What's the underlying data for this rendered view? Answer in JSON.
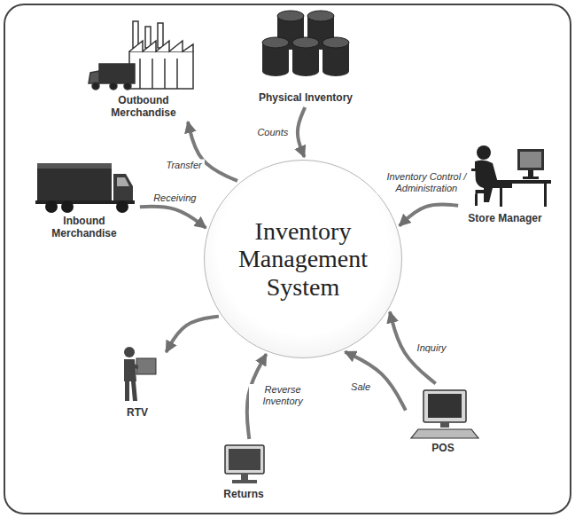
{
  "diagram": {
    "nodes": [
      {
        "text": [
          "Physical Inventory"
        ]
      },
      {
        "text": [
          "Outbound Merchandise"
        ]
      },
      {
        "text": [
          "Store Manager"
        ]
      },
      {
        "text": [
          "Inbound Merchandise"
        ]
      },
      {
        "text": [
          "Inventory Management System"
        ]
      },
      {
        "text": [
          "RTV"
        ]
      },
      {
        "text": [
          "POS"
        ]
      },
      {
        "text": [
          "Returns"
        ]
      }
    ],
    "edges": [
      {
        "from": 0,
        "to": 4,
        "label": "Counts",
        "arrow": "to"
      },
      {
        "from": 4,
        "to": 1,
        "label": "Transfer",
        "arrow": "to"
      },
      {
        "from": 2,
        "to": 4,
        "label": "Inventory Control / Administration",
        "arrow": "to"
      },
      {
        "from": 3,
        "to": 4,
        "label": "Receiving",
        "arrow": "to"
      },
      {
        "from": 4,
        "to": 5,
        "arrow": "to"
      },
      {
        "from": 7,
        "to": 4,
        "label": "Reverse Inventory",
        "arrow": "to"
      },
      {
        "from": 6,
        "to": 4,
        "label": "Inquiry",
        "arrow": "to"
      },
      {
        "from": 6,
        "to": 4,
        "label": "Sale",
        "arrow": "to"
      }
    ]
  }
}
